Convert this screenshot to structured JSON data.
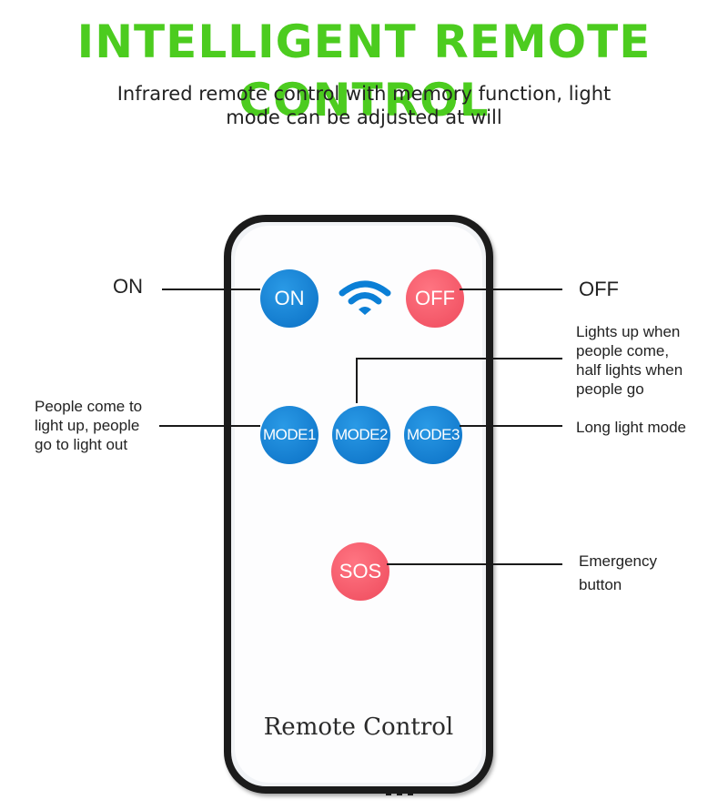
{
  "header": {
    "title": "INTELLIGENT REMOTE CONTROL",
    "subtitle_line1": "Infrared remote control with memory function, light",
    "subtitle_line2": "mode can be adjusted at will"
  },
  "remote": {
    "buttons": {
      "on": "ON",
      "off": "OFF",
      "mode1": "MODE1",
      "mode2": "MODE2",
      "mode3": "MODE3",
      "sos": "SOS"
    },
    "brand": "Remote Control",
    "signal_icon": "wifi-signal-icon"
  },
  "callouts": {
    "on": "ON",
    "off": "OFF",
    "mode1": [
      "People come to",
      "light up, people",
      "go to light out"
    ],
    "mode2": [
      "Lights up when",
      "people come,",
      "half lights when",
      "people go"
    ],
    "mode3": "Long light mode",
    "sos": [
      "Emergency",
      "button"
    ]
  },
  "colors": {
    "headline": "#4ccc1f",
    "blue_button": "#0a6fc4",
    "red_button": "#ee4a5c",
    "remote_frame": "#1b1b1b"
  }
}
